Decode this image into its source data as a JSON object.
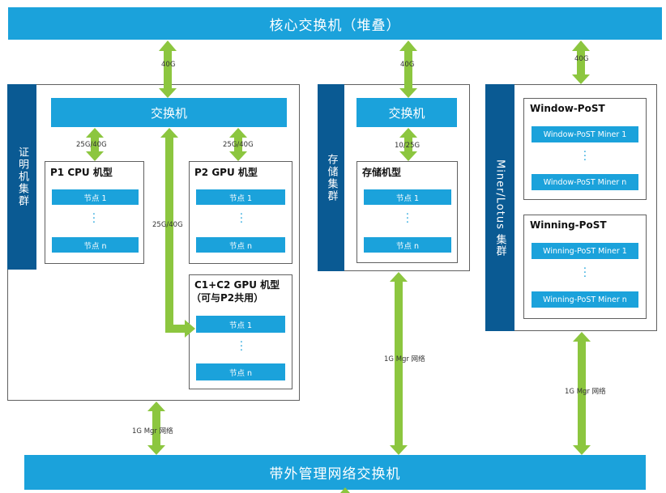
{
  "core_switch": {
    "label": "核心交换机（堆叠）"
  },
  "oob_switch": {
    "label": "带外管理网络交换机"
  },
  "proof_cluster": {
    "side_label": "证明机集群",
    "switch_label": "交换机",
    "p1": {
      "title": "P1 CPU 机型",
      "node_first": "节点 1",
      "node_last": "节点 n"
    },
    "p2": {
      "title": "P2 GPU 机型",
      "node_first": "节点 1",
      "node_last": "节点 n"
    },
    "c1c2": {
      "title": "C1+C2 GPU 机型",
      "subtitle": "（可与P2共用）",
      "node_first": "节点 1",
      "node_last": "节点 n"
    }
  },
  "storage_cluster": {
    "side_label": "存储集群",
    "switch_label": "交换机",
    "storage": {
      "title": "存储机型",
      "node_first": "节点 1",
      "node_last": "节点 n"
    }
  },
  "miner_cluster": {
    "side_label": "Miner/Lotus 集群",
    "window": {
      "title": "Window-PoST",
      "miner_first": "Window-PoST Miner 1",
      "miner_last": "Window-PoST Miner n"
    },
    "winning": {
      "title": "Winning-PoST",
      "miner_first": "Winning-PoST Miner 1",
      "miner_last": "Winning-PoST Miner n"
    }
  },
  "links": {
    "proof_core": "40G",
    "storage_core": "40G",
    "miner_core": "40G",
    "p1_switch": "25G/40G",
    "p2_switch": "25G/40G",
    "c1c2_switch": "25G/40G",
    "storage_switch": "10/25G",
    "proof_mgmt": "1G Mgr 网络",
    "storage_mgmt": "1G Mgr 网络",
    "miner_mgmt": "1G Mgr 网络"
  },
  "colors": {
    "switch_blue": "#1ba2db",
    "side_label_navy": "#0a5a93",
    "arrow_green": "#8cc63f"
  }
}
